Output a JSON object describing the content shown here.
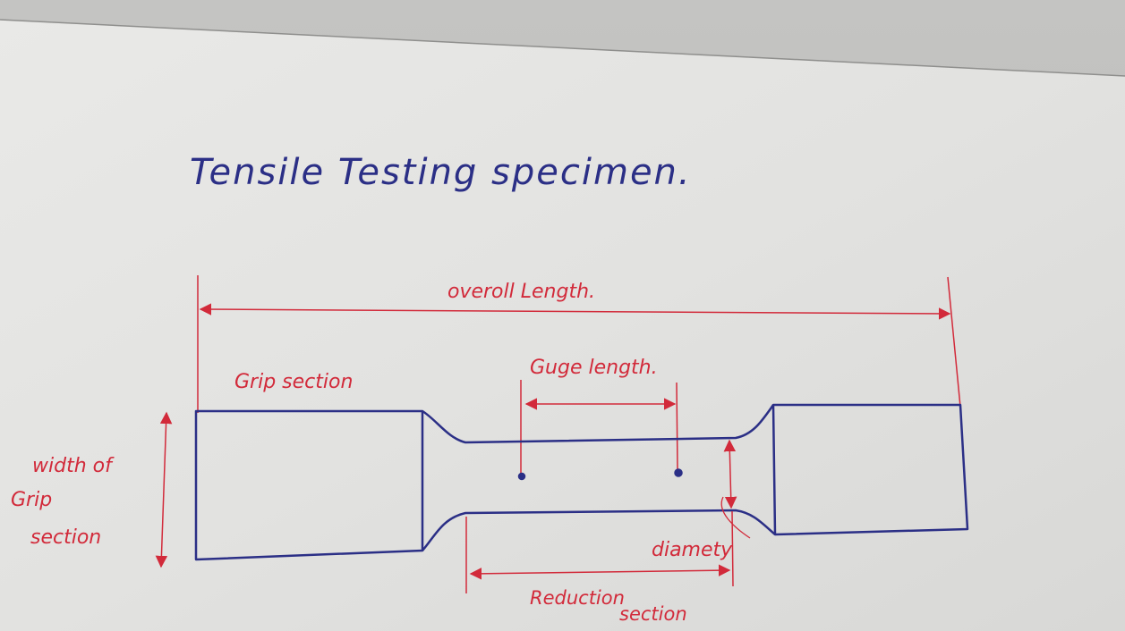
{
  "title": "Tensile Testing specimen.",
  "labels": {
    "overall_length": "overoll Length.",
    "grip_section": "Grip section",
    "gauge_length": "Guge length.",
    "width_of_grip_line1": "width of",
    "width_of_grip_line2": "Grip",
    "width_of_grip_line3": "section",
    "diameter": "diamety",
    "reduction_line1": "Reduction",
    "reduction_line2": "section"
  },
  "colors": {
    "paper": "#e4e4e2",
    "paper_shadow": "#a9a9a7",
    "specimen_ink": "#2b2f86",
    "annotation_ink": "#d22a3a"
  }
}
